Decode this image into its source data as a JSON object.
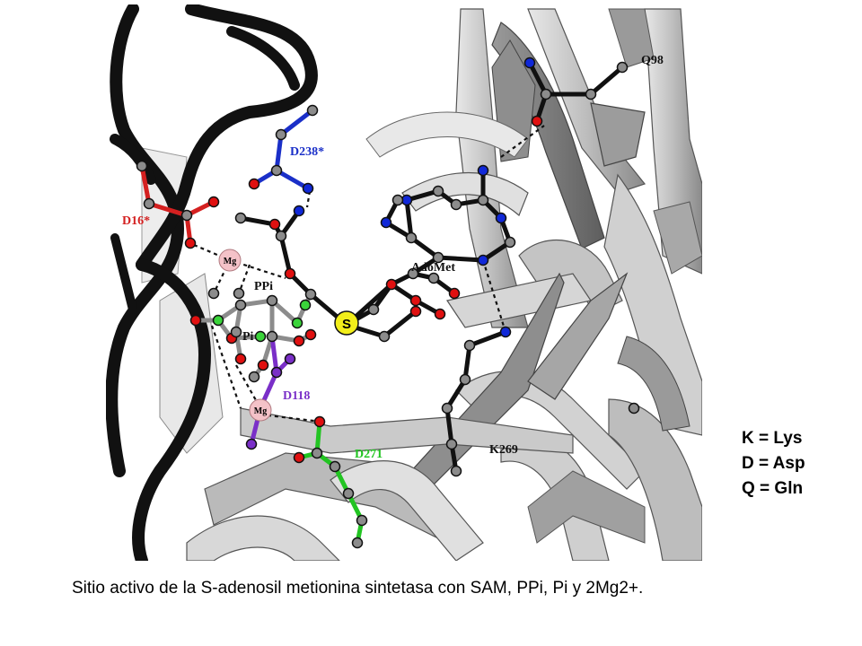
{
  "figure": {
    "residues": {
      "q98": "Q98",
      "d238": "D238*",
      "d16": "D16*",
      "adomet": "AdoMet",
      "ppi": "PPi",
      "pi": "Pi",
      "d118": "D118",
      "d271": "D271",
      "k269": "K269",
      "mg_top": "Mg",
      "mg_bottom": "Mg",
      "sulfur": "S"
    },
    "colors": {
      "d238": "#1a2fc8",
      "d16": "#d42020",
      "d118": "#7a2fc8",
      "d271": "#22c422",
      "mg": "#f4c2c8",
      "sulfur": "#f2ee1a",
      "oxygen": "#e01010",
      "nitrogen": "#1028d8",
      "carbon": "#8c8c8c",
      "phosphorus": "#3ad43a"
    }
  },
  "legend": [
    "K = Lys",
    "D = Asp",
    "Q = Gln"
  ],
  "caption": "Sitio activo de la S-adenosil metionina sintetasa con SAM, PPi, Pi y 2Mg2+."
}
